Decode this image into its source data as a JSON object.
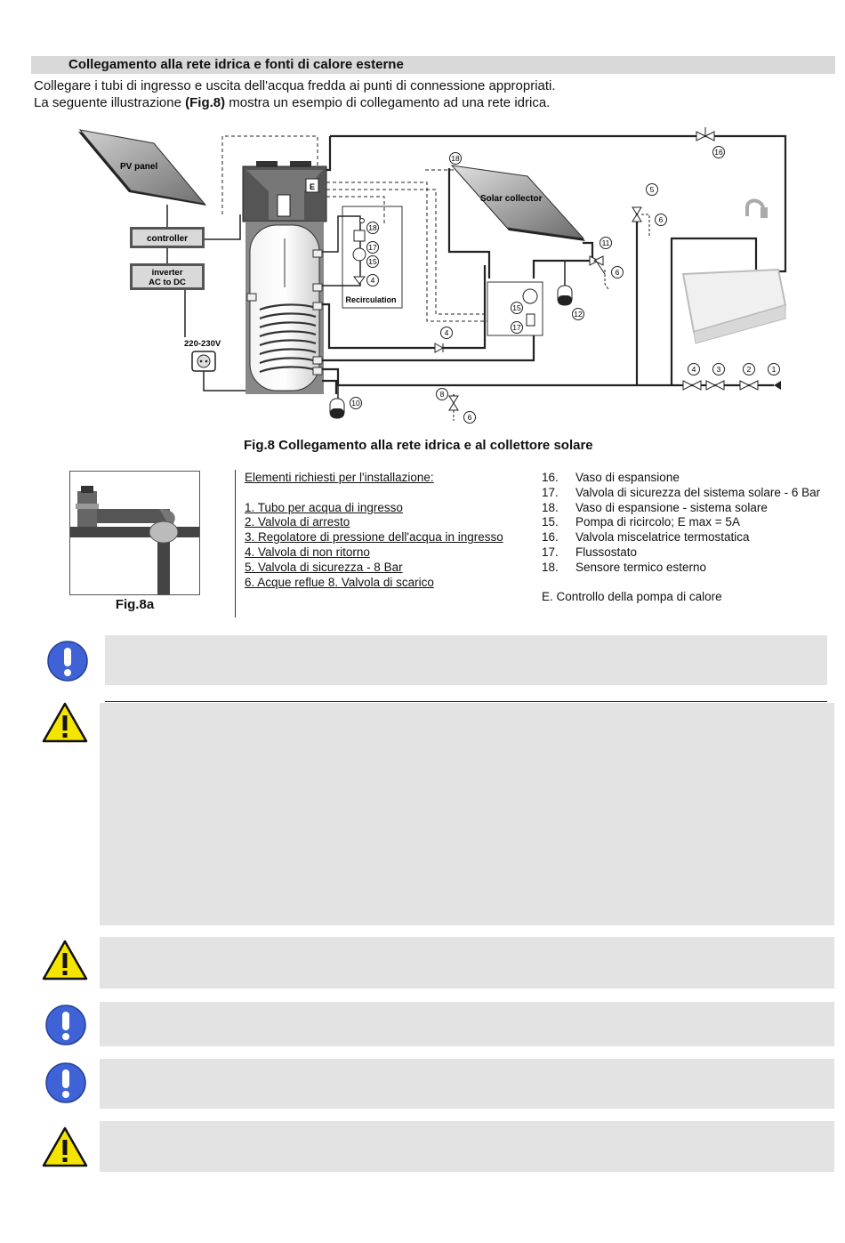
{
  "section": {
    "title": "Collegamento alla rete idrica e fonti di calore esterne",
    "intro_line1": "Collegare i tubi di ingresso e uscita dell'acqua fredda ai punti di connessione appropriati.",
    "intro_line2_a": "La seguente illustrazione ",
    "intro_line2_b": "(Fig.8)",
    "intro_line2_c": " mostra un esempio di collegamento ad una rete idrica."
  },
  "diagram": {
    "pv_panel": "PV panel",
    "controller": "controller",
    "inverter_1": "inverter",
    "inverter_2": "AC to DC",
    "voltage": "220-230V",
    "solar_collector": "Solar collector",
    "recirculation": "Recirculation",
    "e_box": "E",
    "numbers": [
      "1",
      "2",
      "3",
      "4",
      "5",
      "6",
      "8",
      "10",
      "11",
      "12",
      "15",
      "16",
      "17",
      "18"
    ]
  },
  "fig8_caption": "Fig.8 Collegamento alla rete idrica e al collettore solare",
  "fig8a_caption": "Fig.8a",
  "list_left": {
    "header": "Elementi richiesti per l'installazione:",
    "items": [
      "1. Tubo per acqua di ingresso",
      "2. Valvola di arresto",
      "3. Regolatore di pressione dell'acqua in ingresso",
      "4. Valvola di non ritorno",
      "5. Valvola di sicurezza - 8 Bar",
      "6. Acque reflue 8.  Valvola di scarico"
    ]
  },
  "list_right": {
    "items": [
      {
        "num": "16.",
        "text": "Vaso di espansione"
      },
      {
        "num": "17.",
        "text": "Valvola di sicurezza del sistema solare - 6 Bar"
      },
      {
        "num": "18.",
        "text": " Vaso di espansione - sistema solare"
      },
      {
        "num": "15.",
        "text": " Pompa di ricircolo; E max = 5A"
      },
      {
        "num": "16.",
        "text": " Valvola miscelatrice termostatica"
      },
      {
        "num": "17.",
        "text": " Flussostato"
      },
      {
        "num": "18.",
        "text": "Sensore termico esterno"
      }
    ],
    "footer": "E. Controllo della pompa di calore"
  },
  "colors": {
    "note_bg": "#e3e3e3",
    "info_icon": "#3f63d6",
    "warning_icon": "#f5e400"
  }
}
